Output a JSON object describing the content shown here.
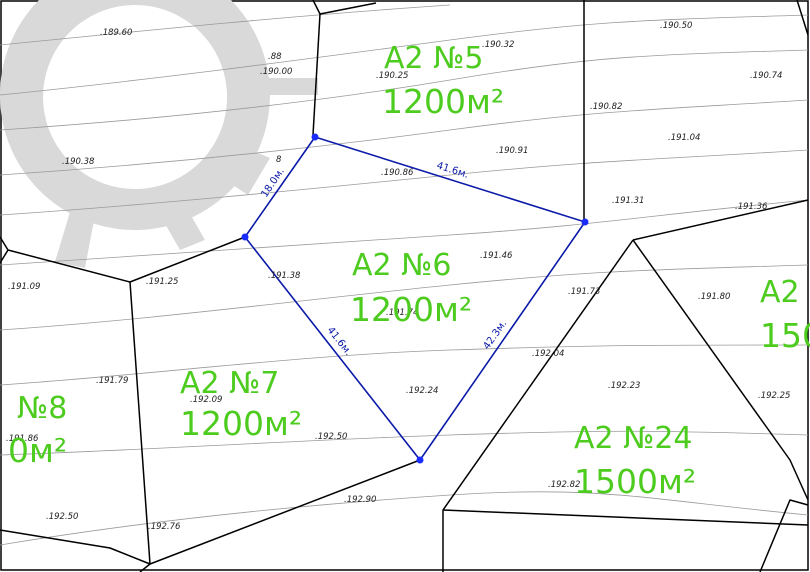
{
  "colors": {
    "background": "#ffffff",
    "boundary": "#000000",
    "contour": "#9a9a9a",
    "selected_plot": "#0b1aa8",
    "plot_label": "#4dcc1f",
    "roundabout": "#d9d9d9"
  },
  "plots": [
    {
      "name": "A2 №5",
      "area": "1200м²"
    },
    {
      "name": "A2 №6",
      "area": "1200м²"
    },
    {
      "name": "A2 №7",
      "area": "1200м²"
    },
    {
      "name": "№8",
      "area": "0м²"
    },
    {
      "name": "A2 №24",
      "area": "1500м²"
    },
    {
      "name": "A2",
      "area": "150"
    }
  ],
  "dimensions": [
    "18.0м.",
    "41.6м.",
    "41.6м.",
    "42.3м."
  ],
  "elevations": [
    ".189.60",
    ".88",
    ".190.00",
    ".190.32",
    ".190.25",
    ".190.50",
    ".190.74",
    ".190.82",
    ".191.04",
    ".190.38",
    "8",
    ".190.86",
    ".190.91",
    ".191.31",
    ".191.36",
    ".191.46",
    ".191.38",
    ".191.09",
    ".191.25",
    ".191.73",
    ".191.80",
    ".191.74",
    ".192.04",
    ".191.79",
    ".192.09",
    ".192.24",
    ".192.23",
    ".192.25",
    ".191.86",
    ".192.50",
    ".192.82",
    ".192.50",
    ".192.90",
    ".192.76"
  ]
}
